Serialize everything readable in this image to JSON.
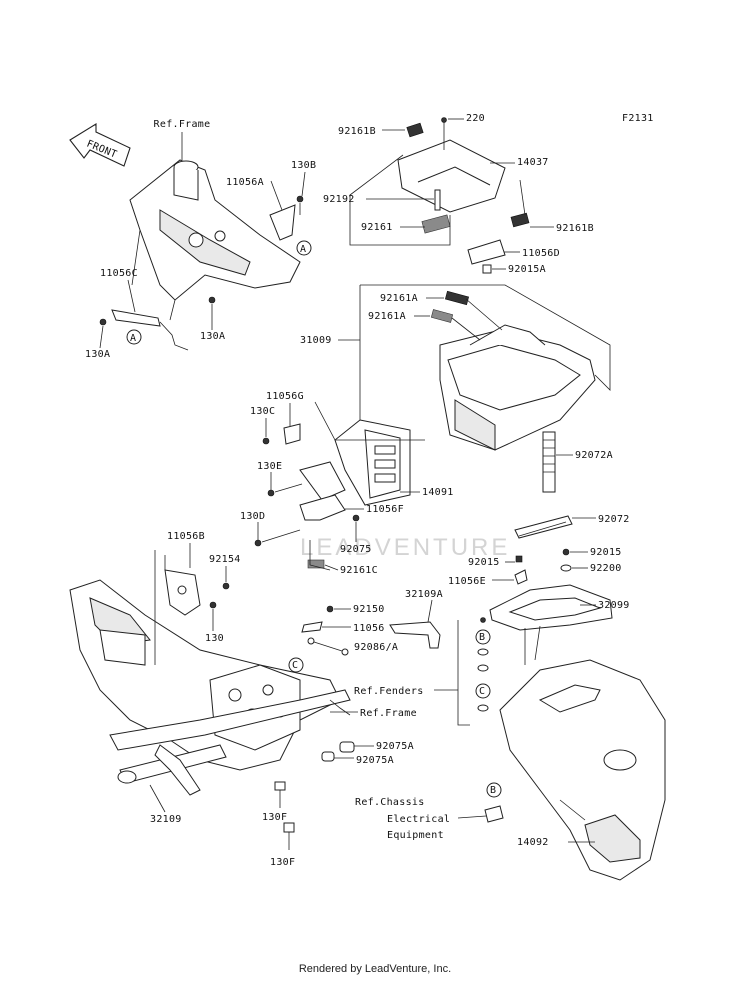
{
  "figure_code": "F2131",
  "front_arrow": "FRONT",
  "watermark": "LEADVENTURE",
  "footer": "Rendered by LeadVenture, Inc.",
  "labels": {
    "ref_frame_top": "Ref.Frame",
    "p130B": "130B",
    "p11056A": "11056A",
    "p11056C": "11056C",
    "p130A_left": "130A",
    "p130A_right": "130A",
    "p92161B_top": "92161B",
    "p220": "220",
    "p14037": "14037",
    "p92192": "92192",
    "p92161": "92161",
    "p92161B_right": "92161B",
    "p11056D": "11056D",
    "p92015A": "92015A",
    "p92161A_1": "92161A",
    "p92161A_2": "92161A",
    "p31009": "31009",
    "p11056G": "11056G",
    "p130C": "130C",
    "p130E": "130E",
    "p14091": "14091",
    "p92072A": "92072A",
    "p130D": "130D",
    "p11056F": "11056F",
    "p92075": "92075",
    "p92161C": "92161C",
    "p92072": "92072",
    "p11056B": "11056B",
    "p92154": "92154",
    "p92015_left": "92015",
    "p92015_right": "92015",
    "p11056E": "11056E",
    "p92200": "92200",
    "p130": "130",
    "p32109A": "32109A",
    "p92150": "92150",
    "p32099": "32099",
    "p11056": "11056",
    "p92086A": "92086/A",
    "ref_fenders": "Ref.Fenders",
    "ref_frame_bottom": "Ref.Frame",
    "p92075A_1": "92075A",
    "p92075A_2": "92075A",
    "p32109": "32109",
    "p130F_1": "130F",
    "p130F_2": "130F",
    "ref_chassis_1": "Ref.Chassis",
    "ref_chassis_2": "Electrical",
    "ref_chassis_3": "Equipment",
    "p14092": "14092"
  },
  "callouts": {
    "A": "A",
    "B": "B",
    "C": "C"
  }
}
